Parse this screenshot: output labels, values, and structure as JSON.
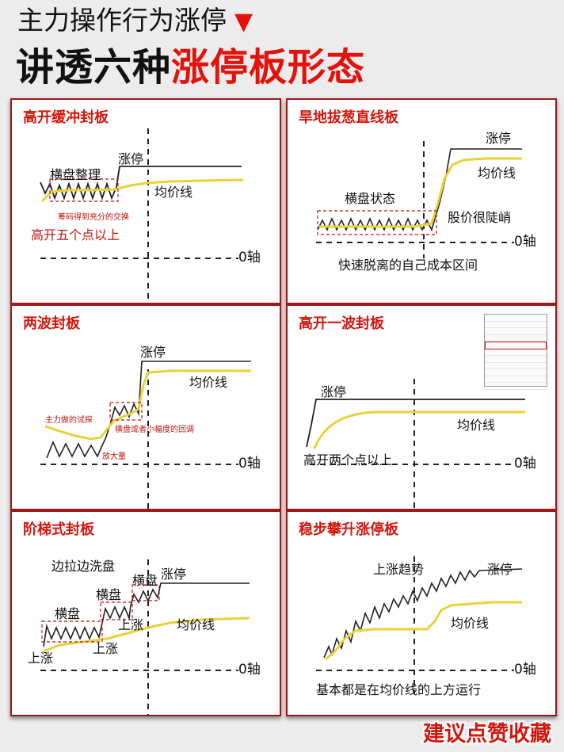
{
  "header": {
    "line1": "主力操作行为涨停",
    "line2_black": "讲透六种",
    "line2_red": "涨停板形态"
  },
  "panels": {
    "p1": {
      "title": "高开缓冲封板",
      "limit_up": "涨停",
      "consolidation": "横盘整理",
      "avg_line": "均价线",
      "note": "筹码得到充分的交换",
      "gap_up": "高开五个点以上",
      "zero_axis": "0轴"
    },
    "p2": {
      "title": "旱地拔葱直线板",
      "limit_up": "涨停",
      "avg_line": "均价线",
      "consolidation": "横盘状态",
      "steep": "股价很陡峭",
      "zero_axis": "0轴",
      "note": "快速脱离的自己成本区间"
    },
    "p3": {
      "title": "两波封板",
      "limit_up": "涨停",
      "avg_line": "均价线",
      "probe": "主力做的试探",
      "pullback": "横盘或者小幅度的回调",
      "volume": "放大量",
      "zero_axis": "0轴"
    },
    "p4": {
      "title": "高开一波封板",
      "limit_up": "涨停",
      "avg_line": "均价线",
      "gap_up": "高开两个点以上",
      "zero_axis": "0轴"
    },
    "p5": {
      "title": "阶梯式封板",
      "wash": "边拉边洗盘",
      "consol_a": "横盘",
      "consol_b": "横盘",
      "consol_c": "横盘",
      "limit_up": "涨停",
      "rise_a": "上涨",
      "rise_b": "上涨",
      "rise_c": "上涨",
      "avg_line": "均价线",
      "zero_axis": "0轴"
    },
    "p6": {
      "title": "稳步攀升涨停板",
      "trend": "上涨趋势",
      "limit_up": "涨停",
      "avg_line": "均价线",
      "zero_axis": "0轴",
      "note": "基本都是在均价线的上方运行"
    }
  },
  "colors": {
    "accent": "#e3120b",
    "price_line": "#222222",
    "avg_line": "#e8d23a",
    "panel_border": "#9c1a1a"
  },
  "footer": {
    "text": "建议点赞收藏"
  }
}
